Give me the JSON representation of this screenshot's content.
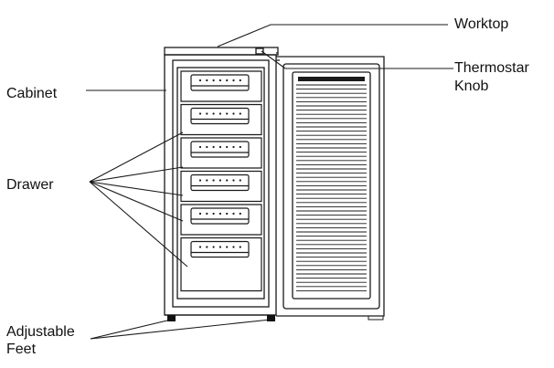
{
  "labels": {
    "worktop": "Worktop",
    "thermostat_line1": "Thermostar",
    "thermostat_line2": "Knob",
    "cabinet": "Cabinet",
    "drawer": "Drawer",
    "feet_line1": "Adjustable",
    "feet_line2": "Feet"
  },
  "drawer_count": 6,
  "line_color": "#1a1a1a"
}
